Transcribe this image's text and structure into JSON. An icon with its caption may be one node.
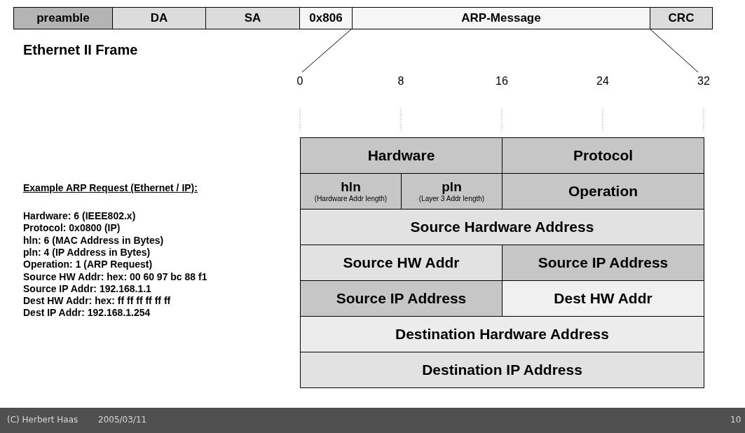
{
  "diagram": {
    "nodes": [
      {
        "text": [
          "preamble"
        ]
      },
      {
        "text": [
          "DA"
        ]
      },
      {
        "text": [
          "SA"
        ]
      },
      {
        "text": [
          "0x806"
        ]
      },
      {
        "text": [
          "ARP-Message"
        ]
      },
      {
        "text": [
          "CRC"
        ]
      },
      {
        "text": [
          "Hardware"
        ]
      },
      {
        "text": [
          "Protocol"
        ]
      },
      {
        "text": [
          "hln",
          "(Hardware Addr length)"
        ]
      },
      {
        "text": [
          "pln",
          "(Layer 3 Addr length)"
        ]
      },
      {
        "text": [
          "Operation"
        ]
      },
      {
        "text": [
          "Source Hardware Address"
        ]
      },
      {
        "text": [
          "Source HW Addr"
        ]
      },
      {
        "text": [
          "Source IP Address"
        ]
      },
      {
        "text": [
          "Source IP Address"
        ]
      },
      {
        "text": [
          "Dest HW Addr"
        ]
      },
      {
        "text": [
          "Destination Hardware Address"
        ]
      },
      {
        "text": [
          "Destination IP Address"
        ]
      }
    ],
    "edges": [],
    "labels": [
      "Ethernet II Frame",
      "0",
      "8",
      "16",
      "24",
      "32",
      "Example ARP Request (Ethernet / IP):",
      "Hardware: 6 (IEEE802.x)",
      "Protocol: 0x0800 (IP)",
      "hln: 6 (MAC Address in Bytes)",
      "pln: 4 (IP Address in Bytes)",
      "Operation: 1 (ARP Request)",
      "Source HW Addr: hex: 00 60 97 bc 88 f1",
      "Source IP Addr: 192.168.1.1",
      "Dest HW Addr: hex: ff ff ff ff ff ff",
      "Dest IP Addr: 192.168.1.254",
      "(C) Herbert Haas",
      "2005/03/11",
      "10"
    ]
  }
}
